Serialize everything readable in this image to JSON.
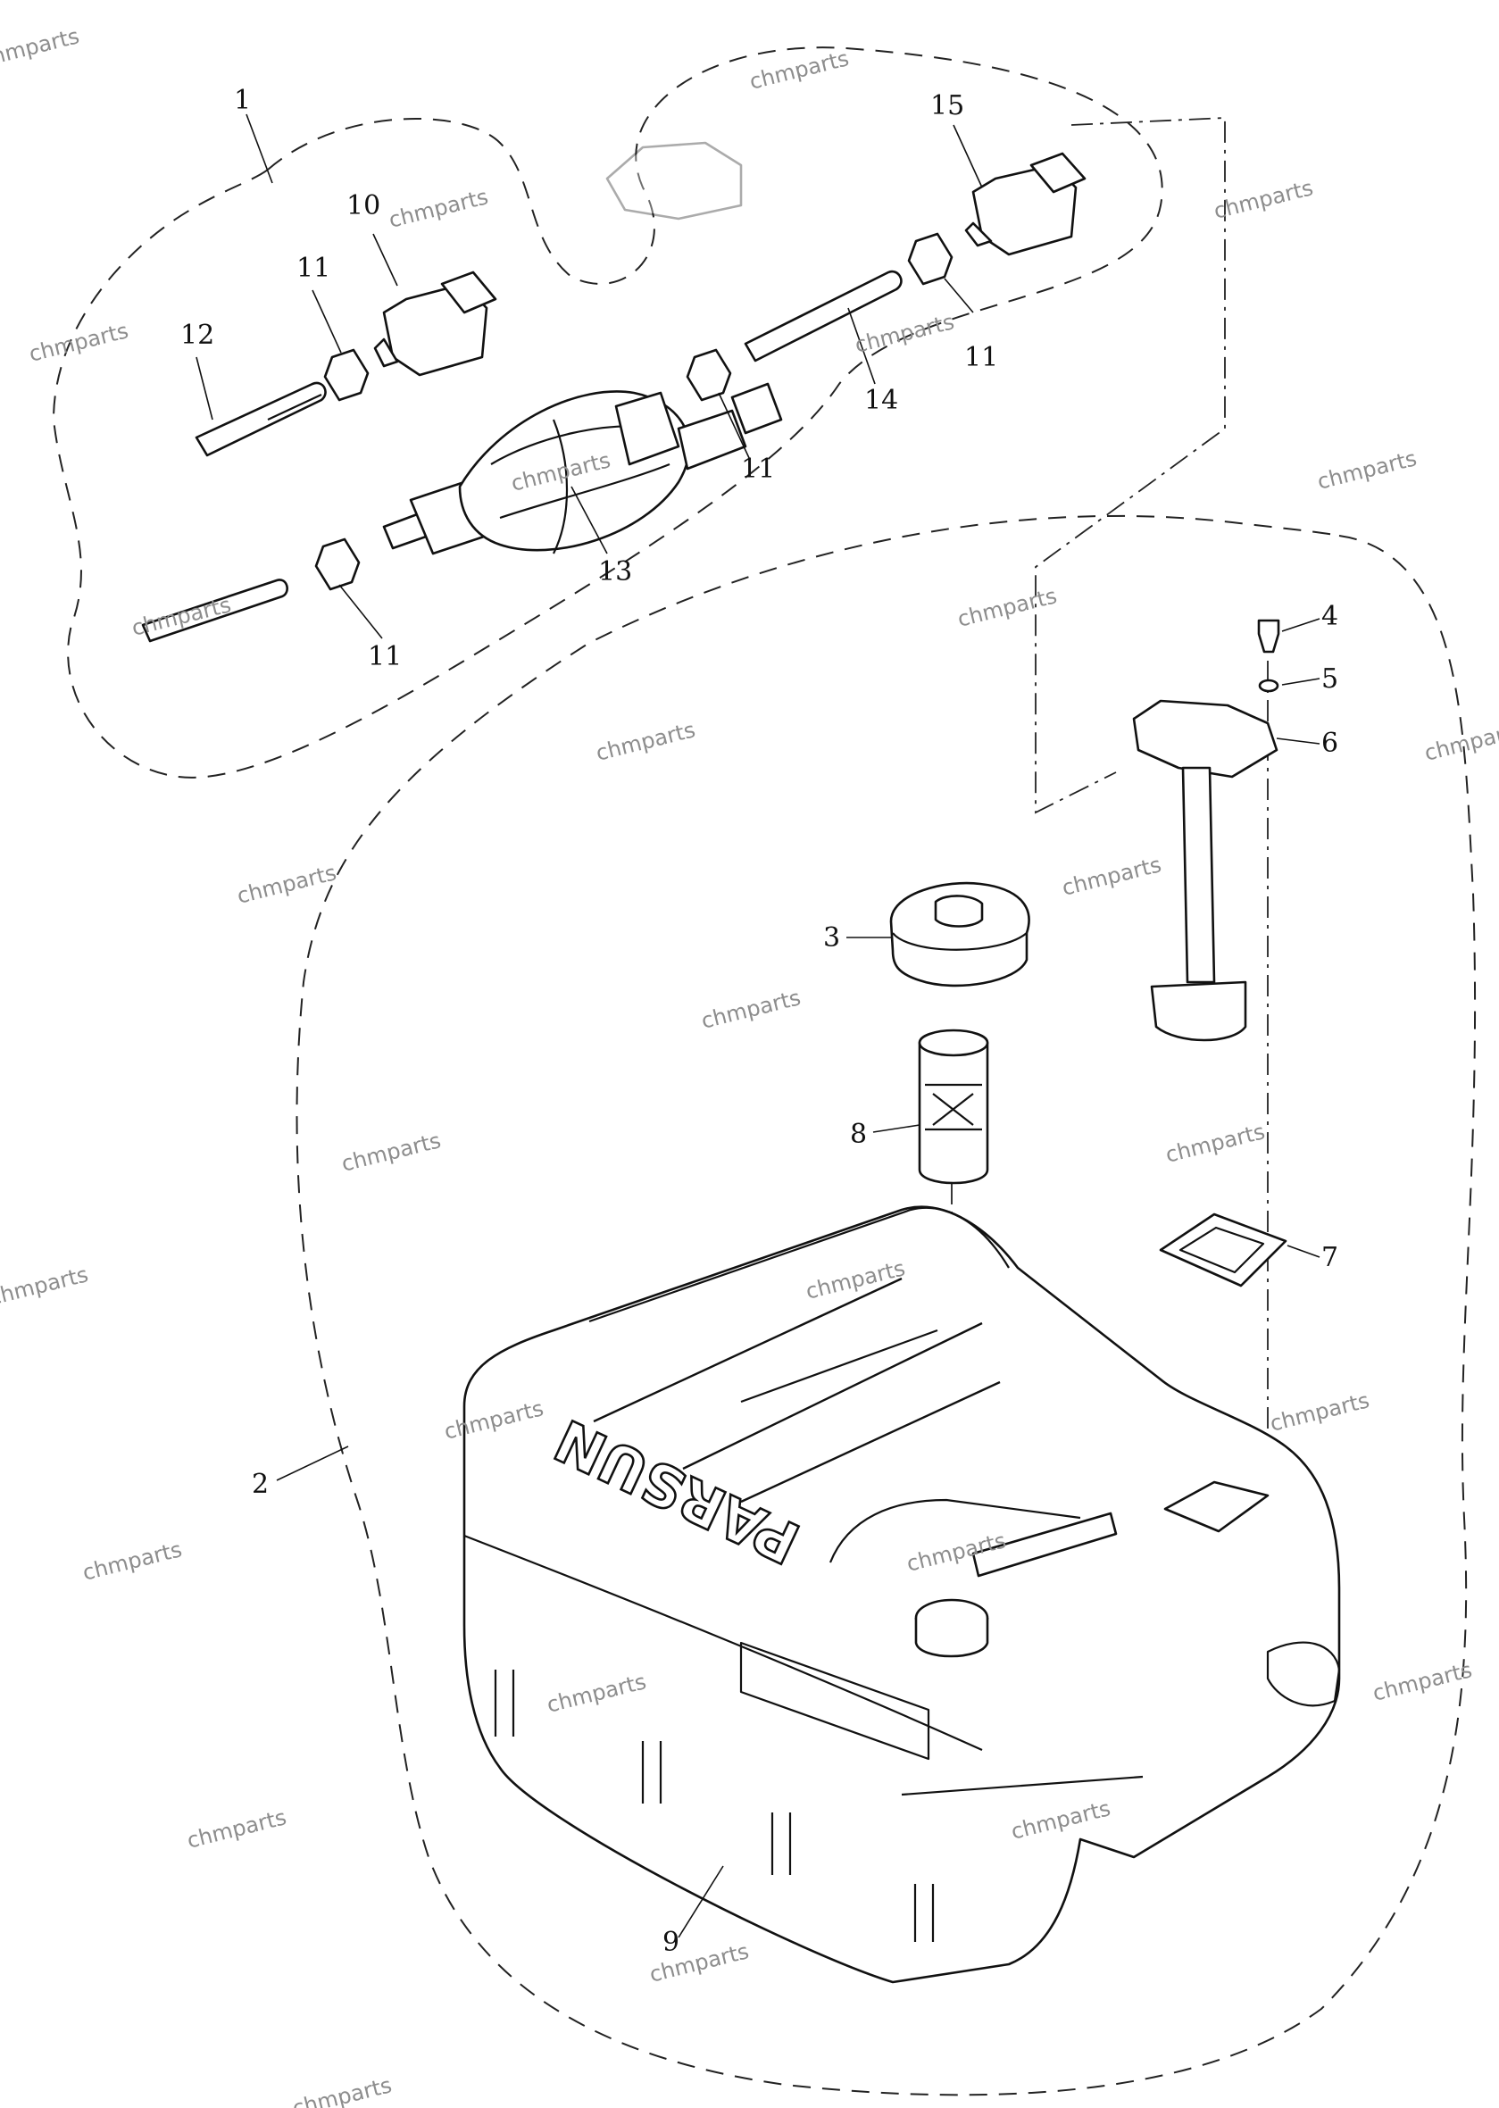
{
  "diagram": {
    "callouts": [
      "1",
      "10",
      "11",
      "12",
      "11",
      "11",
      "13",
      "11",
      "15",
      "11",
      "14",
      "4",
      "5",
      "6",
      "3",
      "8",
      "7",
      "2",
      "9"
    ],
    "watermark": "chmparts",
    "brand": "PARSUN",
    "colors": {
      "line": "#111111",
      "watermark": "#8d8d8d",
      "background": "#ffffff"
    }
  }
}
